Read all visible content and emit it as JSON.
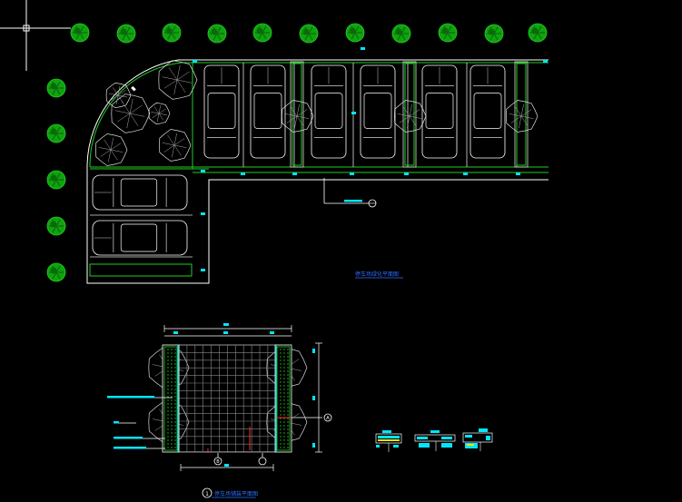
{
  "app": {
    "type": "cad-drawing-viewer"
  },
  "drawing": {
    "plan_title": "停车场绿化平面图",
    "detail_title": "停车场铺装平面图",
    "detail_mark": "1",
    "grid_marks": [
      "A",
      "B"
    ]
  },
  "colors": {
    "background": "#000000",
    "outline": "#ffffff",
    "green_line": "#22cc22",
    "tree_fill": "#0fa30f",
    "cyan": "#00e6ff",
    "blue_text": "#2f6cff",
    "red": "#ff2a2a",
    "yellow": "#e6e600"
  },
  "icons": [
    "crosshair-cursor-icon",
    "tree-symbol-icon",
    "car-symbol-icon",
    "section-marker-icon"
  ]
}
